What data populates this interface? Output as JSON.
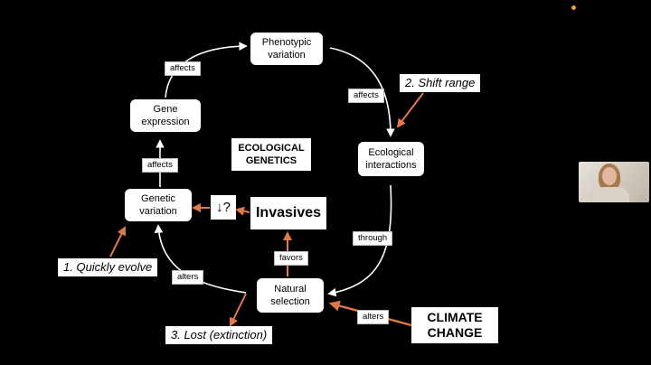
{
  "nodes": {
    "phenotypic_variation": "Phenotypic\nvariation",
    "gene_expression": "Gene\nexpression",
    "ecological_genetics": "ECOLOGICAL\nGENETICS",
    "ecological_interactions": "Ecological\ninteractions",
    "genetic_variation": "Genetic\nvariation",
    "invasives": "Invasives",
    "natural_selection": "Natural\nselection",
    "climate_change": "CLIMATE\nCHANGE",
    "down_question": "↓?"
  },
  "edge_labels": {
    "affects_top": "affects",
    "affects_right": "affects",
    "affects_left": "affects",
    "through": "through",
    "favors": "favors",
    "alters_left": "alters",
    "alters_climate": "alters"
  },
  "annotations": {
    "shift_range": "2. Shift range",
    "quickly_evolve": "1. Quickly evolve",
    "lost_extinction": "3. Lost (extinction)"
  },
  "colors": {
    "background": "#000000",
    "box": "#ffffff",
    "cycle_arrow": "#ffffff",
    "accent_arrow": "#e07a4a"
  }
}
